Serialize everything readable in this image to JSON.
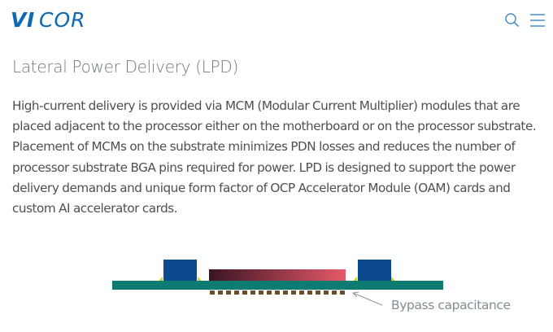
{
  "header": {
    "logo_text": "VICOR",
    "brand_color": "#0d69b3",
    "icons": {
      "search": "search-icon",
      "menu": "hamburger-menu-icon"
    },
    "icon_color": "#4a8ec6"
  },
  "main": {
    "title": "Lateral Power Delivery (LPD)",
    "paragraph": "High-current delivery is provided via MCM (Modular Current Multiplier) modules that are placed adjacent to the processor either on the motherboard or on the processor substrate. Placement of MCMs on the substrate minimizes PDN losses and reduces the number of processor substrate BGA pins required for power. LPD is designed to support the power delivery demands and unique form factor of OCP Accelerator Module (OAM) cards and custom AI accelerator cards."
  },
  "diagram": {
    "caption": "Bypass capacitance",
    "colors": {
      "substrate": "#0e7b72",
      "mcm_module": "#0b4a8e",
      "solder_fillet": "#c9d91a",
      "processor_gradient_start": "#3b1423",
      "processor_gradient_end": "#e65a68",
      "bypass_caps": "#6b4f2a",
      "leader_line": "#8a969c"
    },
    "bypass_cap_count": 17
  }
}
